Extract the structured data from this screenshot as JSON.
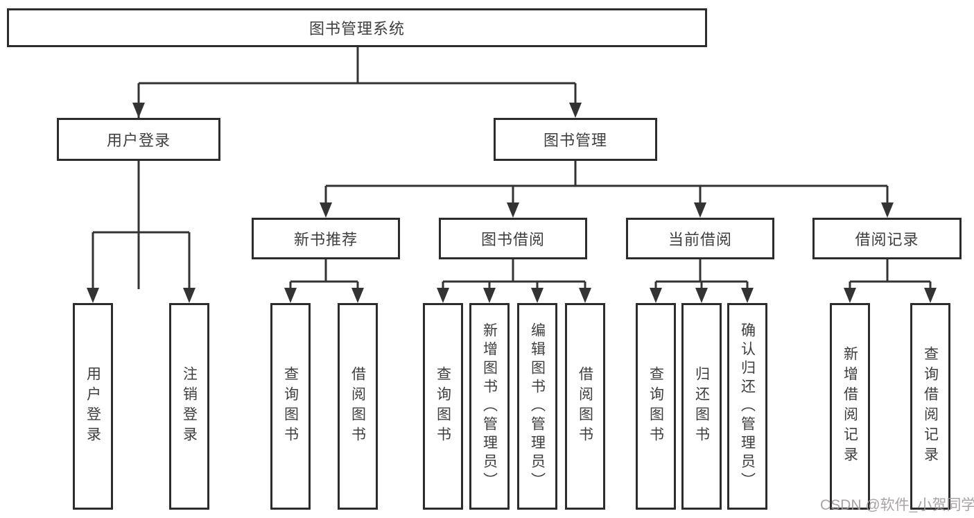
{
  "tree": {
    "root": {
      "label": "图书管理系统",
      "children": [
        {
          "label": "用户登录",
          "children": [
            {
              "label": "用户登录"
            },
            {
              "label": "注销登录"
            }
          ]
        },
        {
          "label": "图书管理",
          "children": [
            {
              "label": "新书推荐",
              "children": [
                {
                  "label": "查询图书"
                },
                {
                  "label": "借阅图书"
                }
              ]
            },
            {
              "label": "图书借阅",
              "children": [
                {
                  "label": "查询图书"
                },
                {
                  "label": "新增图书（管理员）"
                },
                {
                  "label": "编辑图书（管理员）"
                },
                {
                  "label": "借阅图书"
                }
              ]
            },
            {
              "label": "当前借阅",
              "children": [
                {
                  "label": "查询图书"
                },
                {
                  "label": "归还图书"
                },
                {
                  "label": "确认归还（管理员）"
                }
              ]
            },
            {
              "label": "借阅记录",
              "children": [
                {
                  "label": "新增借阅记录"
                },
                {
                  "label": "查询借阅记录"
                }
              ]
            }
          ]
        }
      ]
    }
  },
  "watermark": "CSDN @软件_小贺同学",
  "colors": {
    "line": "#333333",
    "box_border": "#2c2c2c",
    "text": "#3e3e3e",
    "watermark": "#a09a9a",
    "background": "#ffffff"
  }
}
